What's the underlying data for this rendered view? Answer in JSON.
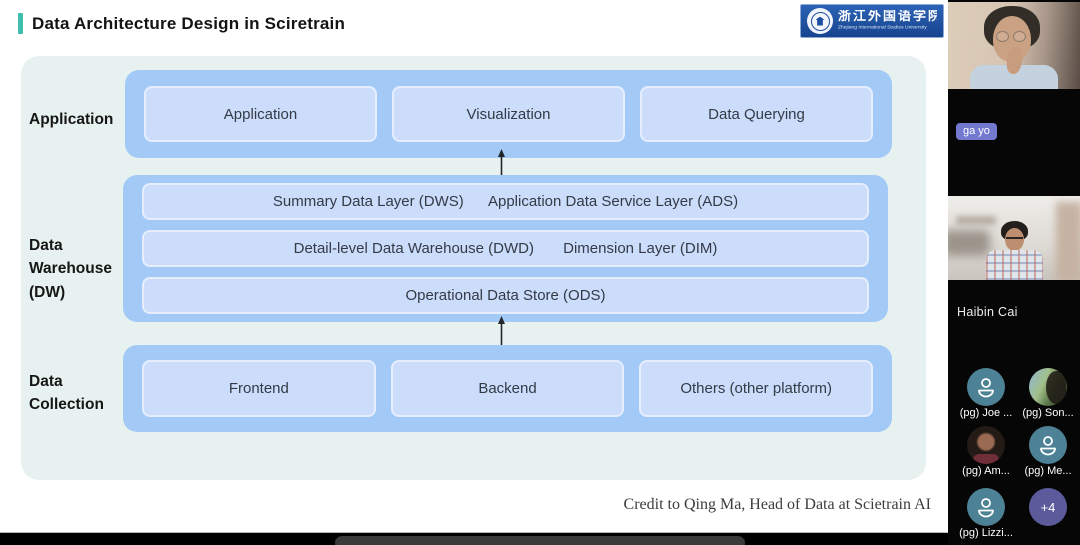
{
  "slide": {
    "title": "Data Architecture Design in Sciretrain",
    "credit": "Credit to Qing Ma, Head of Data at Scietrain AI",
    "logo": {
      "cn": "浙江外国语学院",
      "en": "Zhejiang International Studies University"
    },
    "colors": {
      "accent_teal": "#3fc0ae",
      "panel_mint": "#e7f2f0",
      "layer_blue": "#a3caf7",
      "box_blue": "#cbddfb",
      "logo_blue": "#1c4fa0"
    },
    "diagram": {
      "layers": [
        {
          "label": "Application",
          "boxes": [
            "Application",
            "Visualization",
            "Data Querying"
          ]
        },
        {
          "label": "Data Warehouse (DW)",
          "rows": [
            "Summary Data Layer (DWS)      Application Data Service Layer (ADS)",
            "Detail-level Data Warehouse (DWD)       Dimension Layer (DIM)",
            "Operational Data Store (ODS)"
          ]
        },
        {
          "label": "Data Collection",
          "boxes": [
            "Frontend",
            "Backend",
            "Others (other platform)"
          ]
        }
      ],
      "arrows": [
        "up",
        "up"
      ]
    }
  },
  "sidebar": {
    "video_badge": "ga yo",
    "video2_name": "Haibin Cai",
    "avatars": [
      {
        "label": "(pg) Joe ...",
        "kind": "icon"
      },
      {
        "label": "(pg) Son...",
        "kind": "photo"
      },
      {
        "label": "(pg) Am...",
        "kind": "photo"
      },
      {
        "label": "(pg) Me...",
        "kind": "icon"
      },
      {
        "label": "(pg) Lizzi...",
        "kind": "icon"
      },
      {
        "label": "+4",
        "kind": "overflow"
      }
    ]
  }
}
